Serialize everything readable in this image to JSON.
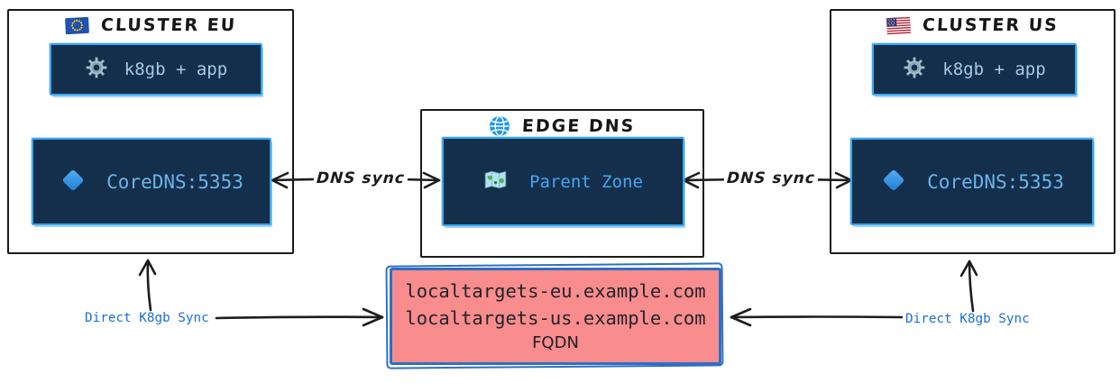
{
  "clusters": [
    {
      "id": "eu",
      "title": "CLUSTER EU",
      "flag_icon": "eu-flag",
      "app_box": {
        "icon": "gear",
        "label": "k8gb + app"
      },
      "dns_box": {
        "icon": "blue-diamond",
        "label": "CoreDNS:5353"
      }
    },
    {
      "id": "us",
      "title": "CLUSTER US",
      "flag_icon": "us-flag",
      "app_box": {
        "icon": "gear",
        "label": "k8gb + app"
      },
      "dns_box": {
        "icon": "blue-diamond",
        "label": "CoreDNS:5353"
      }
    }
  ],
  "edge_dns": {
    "title": "EDGE DNS",
    "title_icon": "globe",
    "zone_box": {
      "icon": "world-map",
      "label": "Parent Zone"
    }
  },
  "fqdn_box": {
    "lines": [
      "localtargets-eu.example.com",
      "localtargets-us.example.com"
    ],
    "caption": "FQDN"
  },
  "labels": {
    "dns_sync_left": "DNS sync",
    "dns_sync_right": "DNS sync",
    "direct_sync_left": "Direct K8gb Sync",
    "direct_sync_right": "Direct K8gb Sync"
  },
  "colors": {
    "navy_fill": "#142f4c",
    "inner_border_blue": "#35a9f1",
    "outer_border": "#1b1b1b",
    "app_text": "#a9c8ea",
    "dns_text": "#69b4e9",
    "zone_text": "#42a7f4",
    "fqdn_fill": "#f98c8c",
    "fqdn_border": "#2e6fc4",
    "fqdn_text": "#23232e",
    "direct_label_text": "#1a6fd8",
    "arrow": "#1d1d1d"
  }
}
